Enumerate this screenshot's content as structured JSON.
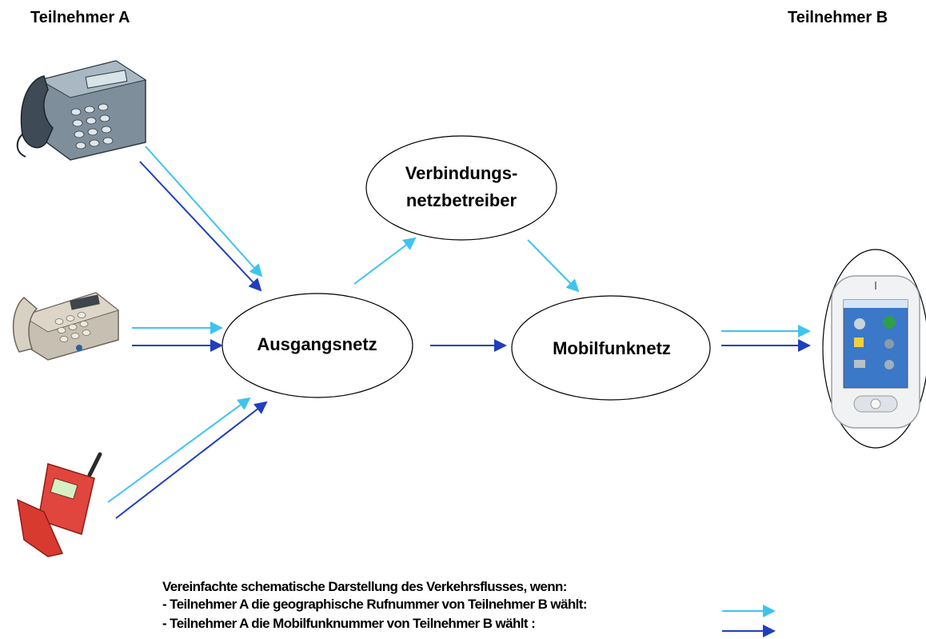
{
  "participants": {
    "a": "Teilnehmer A",
    "b": "Teilnehmer B"
  },
  "nodes": {
    "ausgangsnetz": "Ausgangsnetz",
    "mobilfunknetz": "Mobilfunknetz",
    "verbindungsnetz_line1": "Verbindungs-",
    "verbindungsnetz_line2": "netzbetreiber"
  },
  "legend": {
    "title": "Vereinfachte schematische Darstellung des Verkehrsflusses, wenn:",
    "geographic": "- Teilnehmer A die geographische Rufnummer von Teilnehmer B wählt:",
    "mobile": "- Teilnehmer A die Mobilfunknummer von Teilnehmer B wählt :"
  },
  "colors": {
    "geographic_arrow": "#3fc3ee",
    "mobile_arrow": "#1f3fbd"
  },
  "icons": [
    "desk-phone-icon",
    "landline-phone-icon",
    "mobile-flip-phone-icon",
    "smartphone-icon"
  ]
}
